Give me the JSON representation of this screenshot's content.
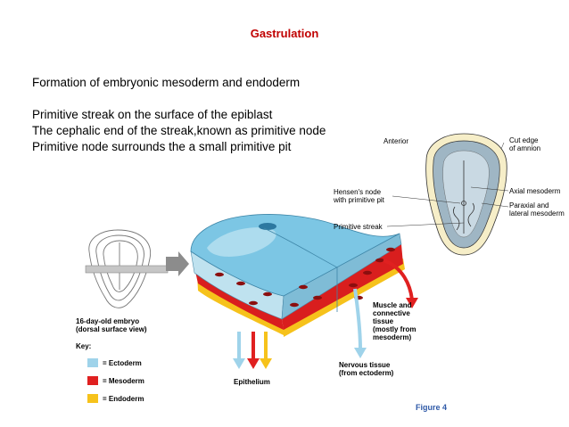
{
  "slide": {
    "title": "Gastrulation",
    "subtitle": "Formation of embryonic mesoderm and endoderm",
    "points": [
      "Primitive streak on the surface of the epiblast",
      "The cephalic end of the streak,known as primitive node",
      "Primitive node surrounds the a small primitive pit"
    ]
  },
  "figure": {
    "labels": {
      "anterior": "Anterior",
      "cut_edge": [
        "Cut edge",
        "of amnion"
      ],
      "hensens": [
        "Hensen's node",
        "with primitive pit"
      ],
      "axial": "Axial mesoderm",
      "paraxial": [
        "Paraxial and",
        "lateral mesoderm"
      ],
      "streak": "Primitive streak",
      "muscle": [
        "Muscle and",
        "connective",
        "tissue",
        "(mostly from",
        "mesoderm)"
      ],
      "nervous": [
        "Nervous tissue",
        "(from ectoderm)"
      ],
      "epithelium": "Epithelium",
      "embryo": [
        "16-day-old embryo",
        "(dorsal surface view)"
      ],
      "key_title": "Key:",
      "key": [
        {
          "label": "= Ectoderm",
          "color": "#9fd3ea"
        },
        {
          "label": "= Mesoderm",
          "color": "#e02020"
        },
        {
          "label": "= Endoderm",
          "color": "#f6c21b"
        }
      ],
      "figure_no": "Figure 4"
    }
  }
}
